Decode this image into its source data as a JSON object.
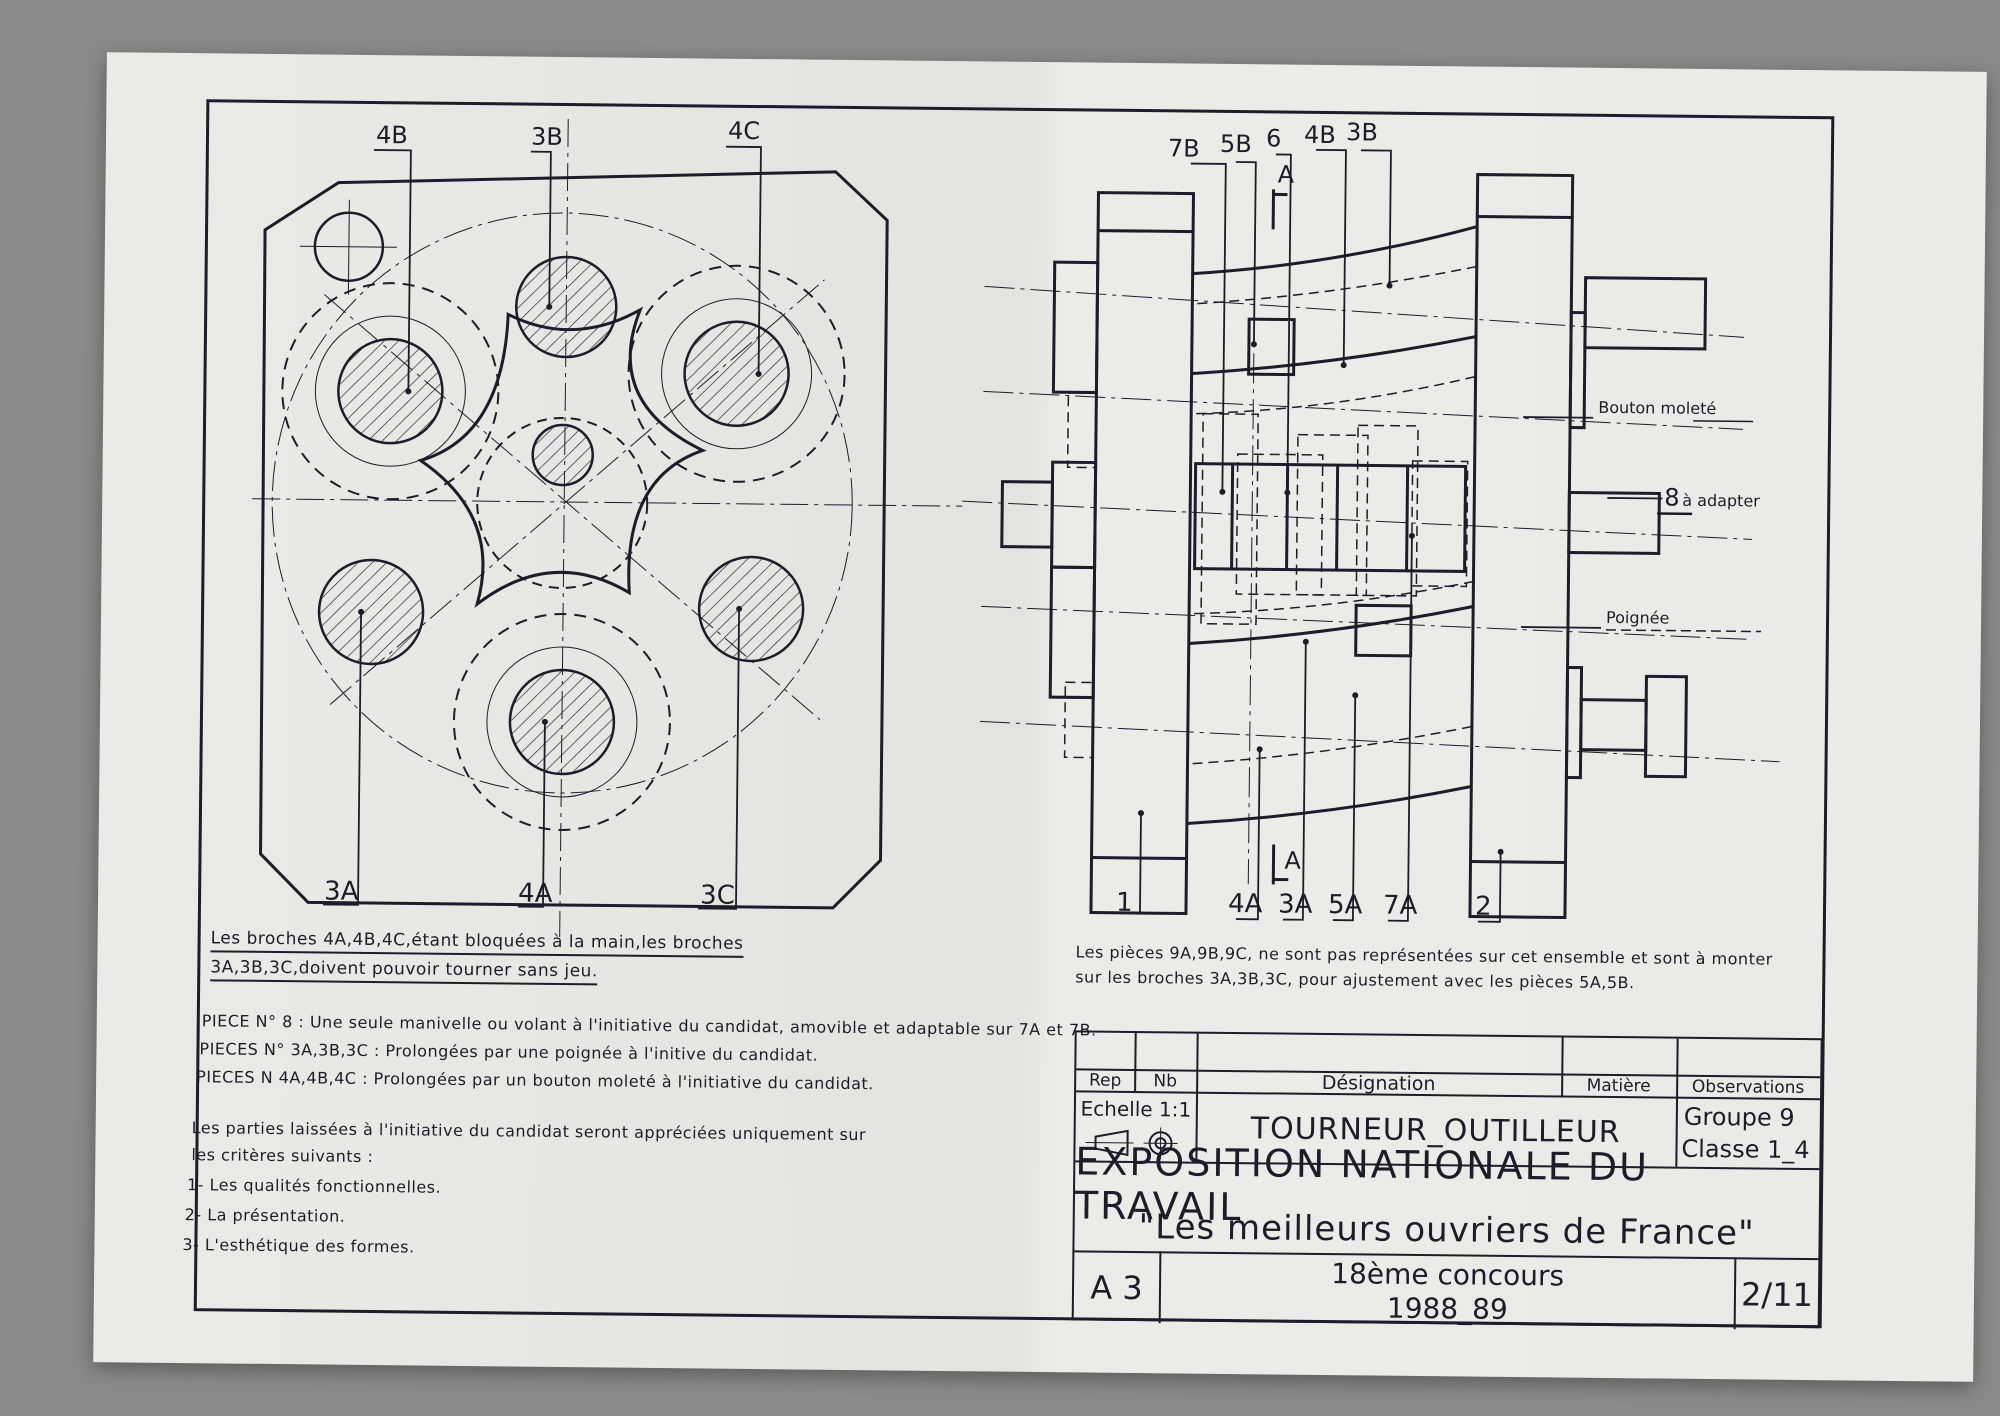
{
  "left_view": {
    "labels_top": [
      "4B",
      "3B",
      "4C"
    ],
    "labels_bottom": [
      "3A",
      "4A",
      "3C"
    ]
  },
  "right_view": {
    "labels_top": [
      "7B",
      "5B",
      "6",
      "4B",
      "3B"
    ],
    "labels_bottom": [
      "1",
      "4A",
      "3A",
      "5A",
      "7A",
      "2"
    ],
    "section_marks": [
      "A",
      "A"
    ],
    "callout_bouton": "Bouton moleté",
    "callout_8": "8",
    "callout_8_suffix": "à adapter",
    "callout_poignee": "Poignée"
  },
  "notes": {
    "broches_line1": "Les broches 4A,4B,4C,étant bloquées à la main,les broches",
    "broches_line2": "3A,3B,3C,doivent pouvoir tourner sans jeu.",
    "pieces_line1": "Les pièces 9A,9B,9C, ne sont pas représentées sur cet ensemble et sont à monter",
    "pieces_line2": "sur les broches 3A,3B,3C, pour ajustement avec les pièces 5A,5B.",
    "piece8": "PIECE N° 8 : Une seule manivelle ou volant à l'initiative du candidat, amovible et adaptable sur 7A et 7B.",
    "pieces3": "PIECES N° 3A,3B,3C : Prolongées par une poignée à l'initive du candidat.",
    "pieces4": "PIECES N 4A,4B,4C : Prolongées par un bouton moleté à l'initiative du candidat.",
    "criteria_intro1": "Les parties laissées à l'initiative du candidat seront appréciées uniquement sur",
    "criteria_intro2": "les critères suivants :",
    "criteria": [
      "1- Les qualités fonctionnelles.",
      "2- La présentation.",
      "3- L'esthétique des formes."
    ]
  },
  "title_block": {
    "rep": "Rep",
    "nb": "Nb",
    "designation": "Désignation",
    "matiere": "Matière",
    "observations": "Observations",
    "echelle": "Echelle 1:1",
    "title": "TOURNEUR_OUTILLEUR",
    "groupe": "Groupe 9",
    "classe": "Classe 1_4",
    "exposition": "EXPOSITION NATIONALE DU TRAVAIL",
    "meilleurs": "\"Les meilleurs ouvriers de France\"",
    "format": "A 3",
    "concours": "18ème concours",
    "year": "1988_89",
    "sheet": "2/11"
  }
}
